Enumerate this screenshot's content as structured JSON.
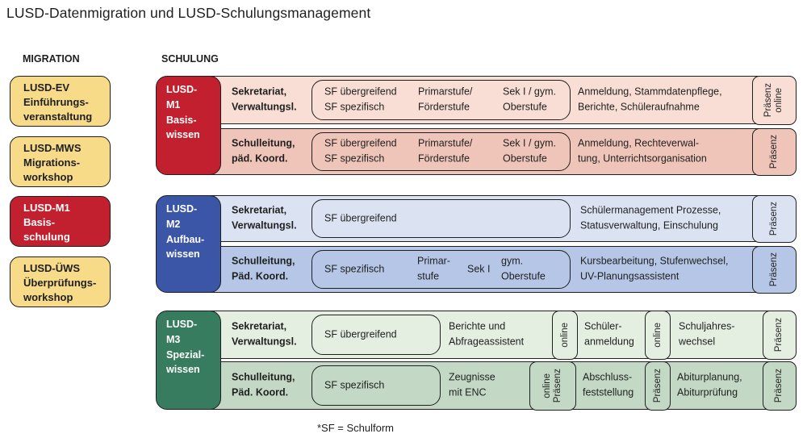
{
  "title": "LUSD-Datenmigration und LUSD-Schulungsmanagement",
  "footnote": "*SF = Schulform",
  "headers": {
    "migration": "MIGRATION",
    "schulung": "SCHULUNG"
  },
  "colors": {
    "yellow": "#f7db88",
    "red": "#c2202f",
    "red_row_light": "#f8ded5",
    "red_row_dark": "#efc5b9",
    "blue": "#3b56a6",
    "blue_row_light": "#dbe3f2",
    "blue_row_dark": "#b5c6e6",
    "green": "#377c5e",
    "green_row_light": "#e4efe1",
    "green_row_dark": "#c3d8c5",
    "border": "#1f1f1f"
  },
  "migration_items": [
    {
      "text": "LUSD-EV\nEinführungs-\nveranstaltung"
    },
    {
      "text": "LUSD-MWS\nMigrations-\nworkshop"
    },
    {
      "text": "LUSD-M1\nBasis-\nschulung"
    },
    {
      "text": "LUSD-ÜWS\nÜberprüfungs-\nworkshop"
    }
  ],
  "groups": {
    "m1": {
      "label": "LUSD-\nM1\nBasis-\nwissen",
      "row1": {
        "role": "Sekretariat,\nVerwaltungsl.",
        "sf1": "SF übergreifend\nSF spezifisch",
        "sf2": "Primarstufe/\nFörderstufe",
        "sf3": "Sek I / gym.\nOberstufe",
        "topic": "Anmeldung, Stammdatenpflege,\nBerichte, Schüleraufnahme",
        "mode_a": "Präsenz",
        "mode_b": "online"
      },
      "row2": {
        "role": "Schulleitung,\npäd. Koord.",
        "sf1": "SF übergreifend\nSF spezifisch",
        "sf2": "Primarstufe/\nFörderstufe",
        "sf3": "Sek I / gym.\nOberstufe",
        "topic": "Anmeldung, Rechteverwal-\ntung, Unterrichtsorganisation",
        "mode_a": "Präsenz"
      }
    },
    "m2": {
      "label": "LUSD-\nM2\nAufbau-\nwissen",
      "row1": {
        "role": "Sekretariat,\nVerwaltungsl.",
        "sf1": "SF übergreifend",
        "topic": "Schülermanagement Prozesse,\nStatusverwaltung, Einschulung",
        "mode_a": "Präsenz"
      },
      "row2": {
        "role": "Schulleitung,\nPäd. Koord.",
        "sf1": "SF spezifisch",
        "sf2": "Primar-\nstufe",
        "sf3": "Sek I",
        "sf4": "gym.\nOberstufe",
        "topic": "Kursbearbeitung, Stufenwechsel,\nUV-Planungsassistent",
        "mode_a": "Präsenz"
      }
    },
    "m3": {
      "label": "LUSD-\nM3\nSpezial-\nwissen",
      "row1": {
        "role": "Sekretariat,\nVerwaltungsl.",
        "sf1": "SF übergreifend",
        "seg1_text": "Berichte und\nAbfrageassistent",
        "seg1_mode": "online",
        "seg2_text": "Schüler-\nanmeldung",
        "seg2_mode": "online",
        "seg3_text": "Schuljahres-\nwechsel",
        "end_mode": "Präsenz"
      },
      "row2": {
        "role": "Schulleitung,\nPäd. Koord.",
        "sf1": "SF spezifisch",
        "seg1_text": "Zeugnisse\nmit ENC",
        "seg1_mode_a": "online",
        "seg1_mode_b": "Präsenz",
        "seg2_text": "Abschluss-\nfeststellung",
        "seg2_mode": "Präsenz",
        "seg3_text": "Abiturplanung,\nAbiturprüfung",
        "end_mode": "Präsenz"
      }
    }
  }
}
